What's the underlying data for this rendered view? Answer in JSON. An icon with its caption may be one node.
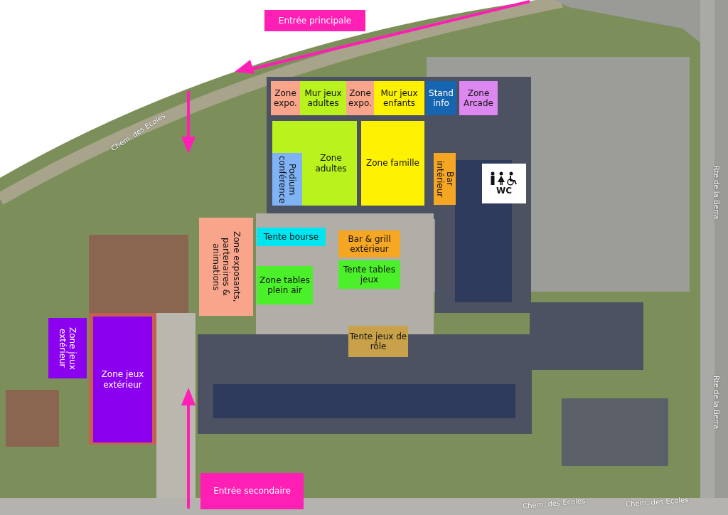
{
  "diagram": {
    "nodes": [
      {
        "text": [
          "Entrée principale"
        ]
      },
      {
        "text": [
          "Zone expo."
        ]
      },
      {
        "text": [
          "Mur jeux adultes"
        ]
      },
      {
        "text": [
          "Zone expo."
        ]
      },
      {
        "text": [
          "Mur jeux enfants"
        ]
      },
      {
        "text": [
          "Stand info"
        ]
      },
      {
        "text": [
          "Zone Arcade"
        ]
      },
      {
        "text": [
          "Zone adultes"
        ]
      },
      {
        "text": [
          "Podium conférence"
        ],
        "in": 7
      },
      {
        "text": [
          "Zone famille"
        ]
      },
      {
        "text": [
          "Bar intérieur"
        ]
      },
      {
        "text": [
          "WC"
        ]
      },
      {
        "text": [
          "Zone exposants, partenaires & animations"
        ]
      },
      {
        "text": [
          "Tente bourse"
        ]
      },
      {
        "text": [
          "Bar & grill extérieur"
        ]
      },
      {
        "text": [
          "Zone tables plein air"
        ]
      },
      {
        "text": [
          "Tente tables jeux"
        ]
      },
      {
        "text": [
          "Zone jeux extérieur"
        ]
      },
      {
        "text": [
          "Zone jeux extérieur"
        ]
      },
      {
        "text": [
          "Tente jeux de rôle"
        ]
      },
      {
        "text": [
          "Entrée secondaire"
        ]
      }
    ],
    "labels": [
      "Chem. des Ecoles",
      "Rte de la Berra",
      "Rte de la Berra",
      "Chem. des Ecoles",
      "Chem. des Ecoles"
    ]
  }
}
